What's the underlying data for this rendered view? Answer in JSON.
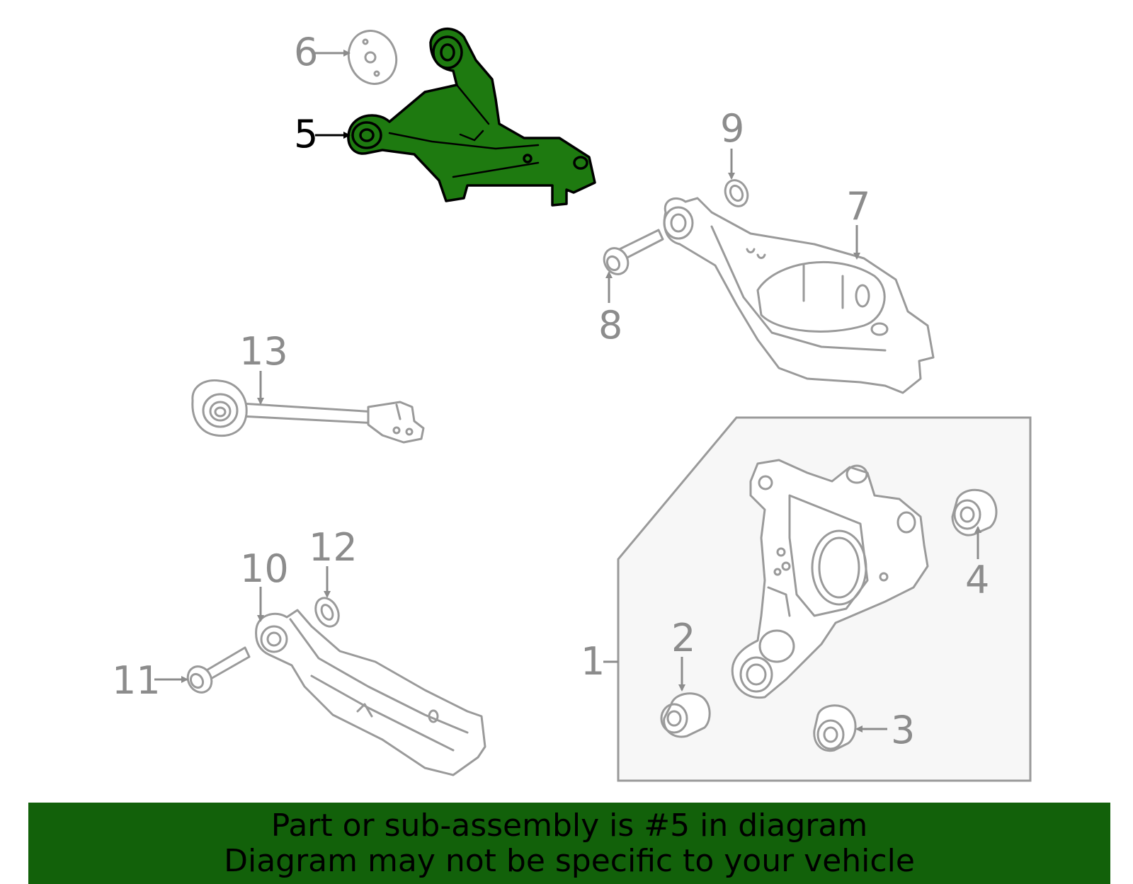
{
  "diagram": {
    "selected_part": "5",
    "accent_color": "#1e7a10",
    "callouts": [
      "1",
      "2",
      "3",
      "4",
      "5",
      "6",
      "7",
      "8",
      "9",
      "10",
      "11",
      "12",
      "13"
    ]
  },
  "banner": {
    "background_color": "#12610a",
    "line1": "Part or sub-assembly is #5 in diagram",
    "line2": "Diagram may not be specific to your vehicle"
  }
}
